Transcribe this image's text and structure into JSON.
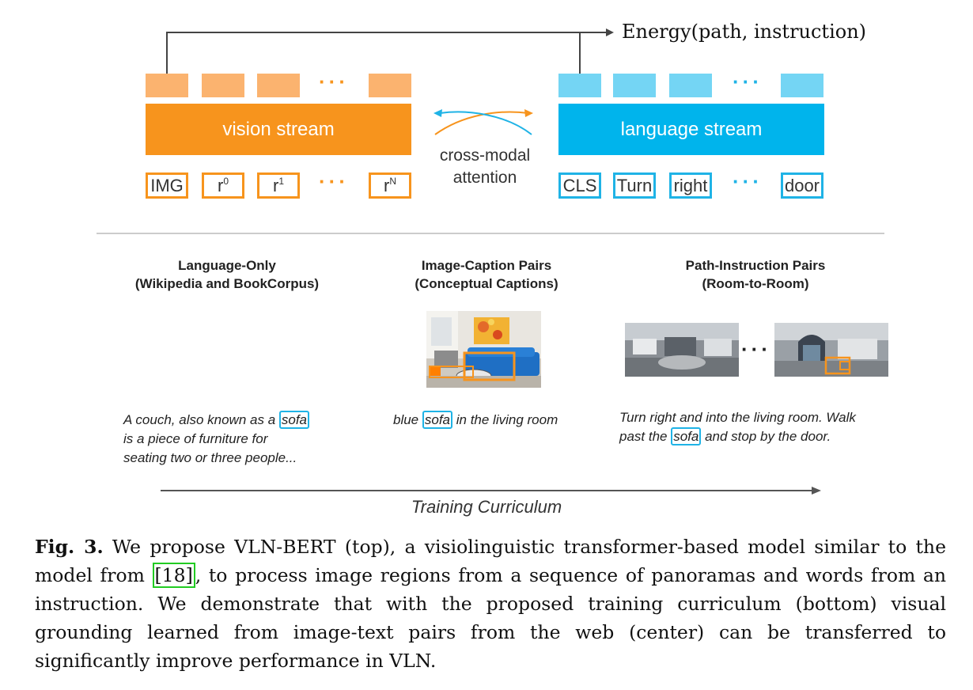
{
  "diagram": {
    "energy_label": "Energy(path, instruction)",
    "vision_stream_label": "vision stream",
    "language_stream_label": "language stream",
    "cross_modal_label_1": "cross-modal",
    "cross_modal_label_2": "attention",
    "vision_tokens": [
      "IMG",
      "r",
      "r",
      "r"
    ],
    "vision_token_sups": [
      "",
      "0",
      "1",
      "N"
    ],
    "language_tokens": [
      "CLS",
      "Turn",
      "right",
      "door"
    ],
    "ellipsis": "···",
    "colors": {
      "vision": "#f7941d",
      "vision_light": "#fbb36f",
      "language": "#1fb3e6",
      "language_light": "#74d5f4"
    }
  },
  "curriculum": {
    "columns": [
      {
        "title_1": "Language-Only",
        "title_2": "(Wikipedia and BookCorpus)",
        "text_pre": "A couch, also known as a ",
        "highlight": "sofa",
        "text_line2": "is a piece of furniture for",
        "text_line3": "seating two or three people..."
      },
      {
        "title_1": "Image-Caption Pairs",
        "title_2": "(Conceptual Captions)",
        "text_pre": "blue ",
        "highlight": "sofa",
        "text_post": " in the living room"
      },
      {
        "title_1": "Path-Instruction Pairs",
        "title_2": "(Room-to-Room)",
        "text_line1": "Turn right and into the living room. Walk",
        "text_pre": "past the ",
        "highlight": "sofa",
        "text_post": " and stop by the door."
      }
    ],
    "arrow_label": "Training Curriculum",
    "panorama_dots": "···"
  },
  "caption": {
    "fig_label": "Fig. 3.",
    "part1": " We propose VLN-BERT (top), a visiolinguistic transformer-based model similar to the model from ",
    "ref": "[18]",
    "part2": ", to process image regions from a sequence of panoramas and words from an instruction. We demonstrate that with the proposed training curriculum (bottom) visual grounding learned from image-text pairs from the web (center) can be transferred to significantly improve performance in VLN."
  }
}
